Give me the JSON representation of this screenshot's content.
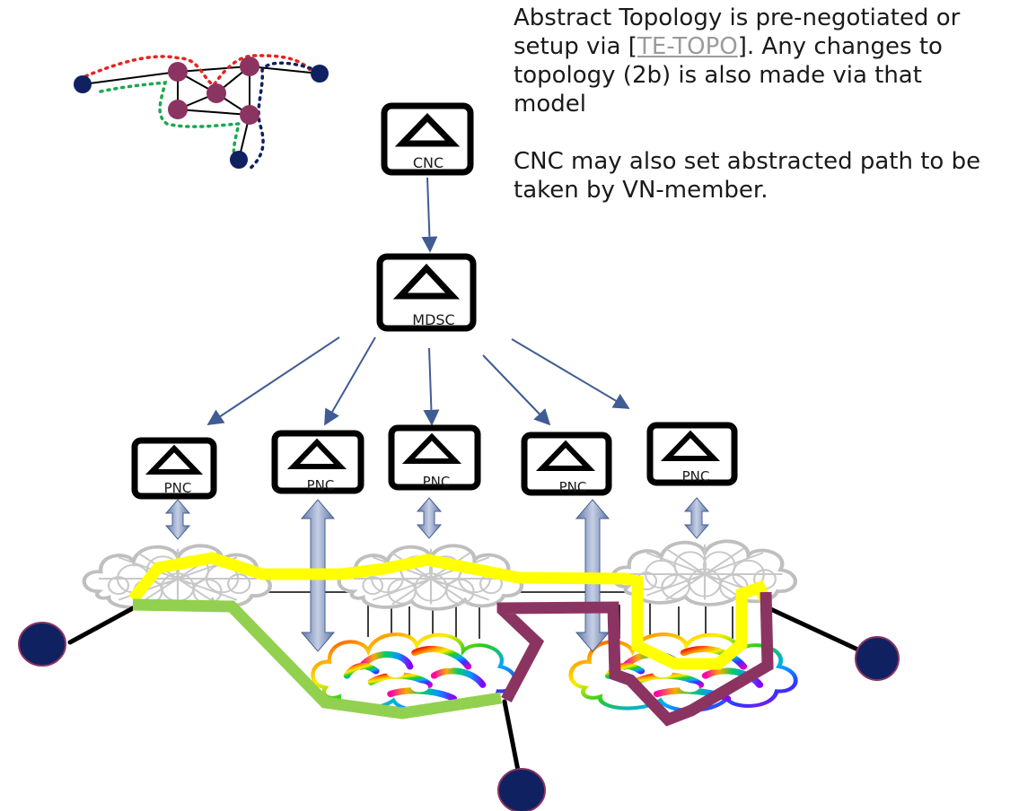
{
  "description": {
    "para1_before": "Abstract Topology is pre-negotiated or setup via [",
    "para1_link": "TE-TOPO",
    "para1_after": "].  Any changes to topology (2b) is also made via that model",
    "para2": "CNC may also set abstracted path to be taken by VN-member."
  },
  "controllers": {
    "cnc_label": "CNC",
    "mdsc_label": "MDSC",
    "pnc_labels": [
      "PNC",
      "PNC",
      "PNC",
      "PNC",
      "PNC"
    ]
  },
  "colors": {
    "arrow": "#3f5c94",
    "node_dark": "#0f2160",
    "node_purple": "#8b3462",
    "path_yellow": "#ffff00",
    "path_green": "#92d050",
    "path_purple": "#8b3462",
    "cloud_gray": "#bfbfbf",
    "double_arrow": "#8093bd"
  }
}
